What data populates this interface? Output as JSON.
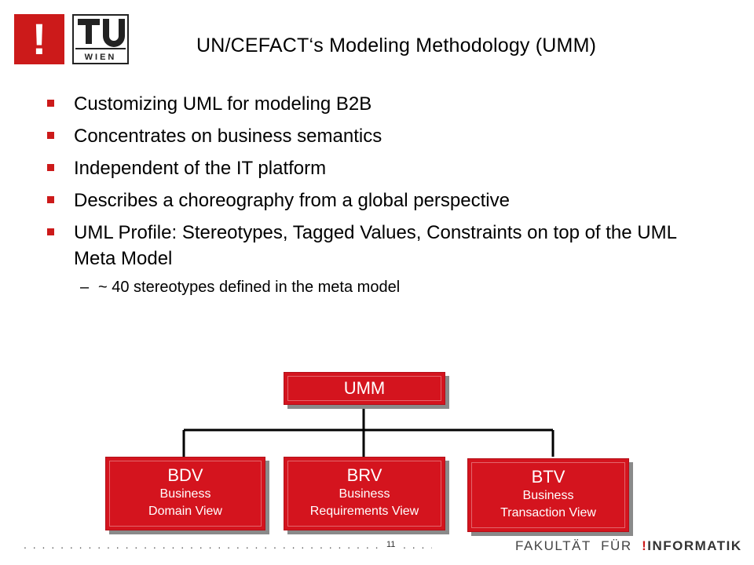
{
  "logos": {
    "exclamation": "!",
    "tu_top": "TU",
    "tu_bottom": "WIEN",
    "tu_color": "#222222",
    "brand_red": "#cc1a1a"
  },
  "title": "UN/CEFACT‘s Modeling Methodology (UMM)",
  "bullets": [
    "Customizing UML for modeling B2B",
    "Concentrates on business semantics",
    "Independent of the IT platform",
    "Describes a choreography from a global perspective",
    "UML Profile: Stereotypes, Tagged Values, Constraints on top of the UML Meta Model"
  ],
  "sub_bullet": {
    "dash": "–",
    "text": "~ 40 stereotypes defined in the meta model"
  },
  "diagram": {
    "root": "UMM",
    "children": [
      {
        "abbr": "BDV",
        "line1": "Business",
        "line2": "Domain View"
      },
      {
        "abbr": "BRV",
        "line1": "Business",
        "line2": "Requirements View"
      },
      {
        "abbr": "BTV",
        "line1": "Business",
        "line2": "Transaction View"
      }
    ],
    "node_color": "#d4141e"
  },
  "footer": {
    "page_number": "11",
    "brand_part1": "FAKULTÄT",
    "brand_part2": "FÜR",
    "brand_exclaim": "!",
    "brand_part3": "INFORMATIK"
  }
}
